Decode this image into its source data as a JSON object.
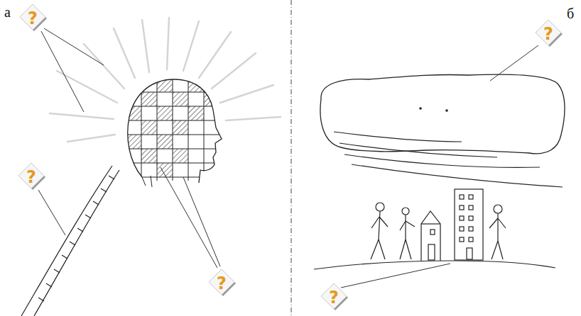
{
  "diagram": {
    "nodes": [
      {
        "text": [
          "?"
        ]
      },
      {
        "text": [
          "?"
        ]
      },
      {
        "text": [
          "?"
        ]
      },
      {
        "text": [
          "?"
        ]
      },
      {
        "text": [
          "?"
        ]
      }
    ],
    "labels": [
      "а",
      "б"
    ]
  }
}
